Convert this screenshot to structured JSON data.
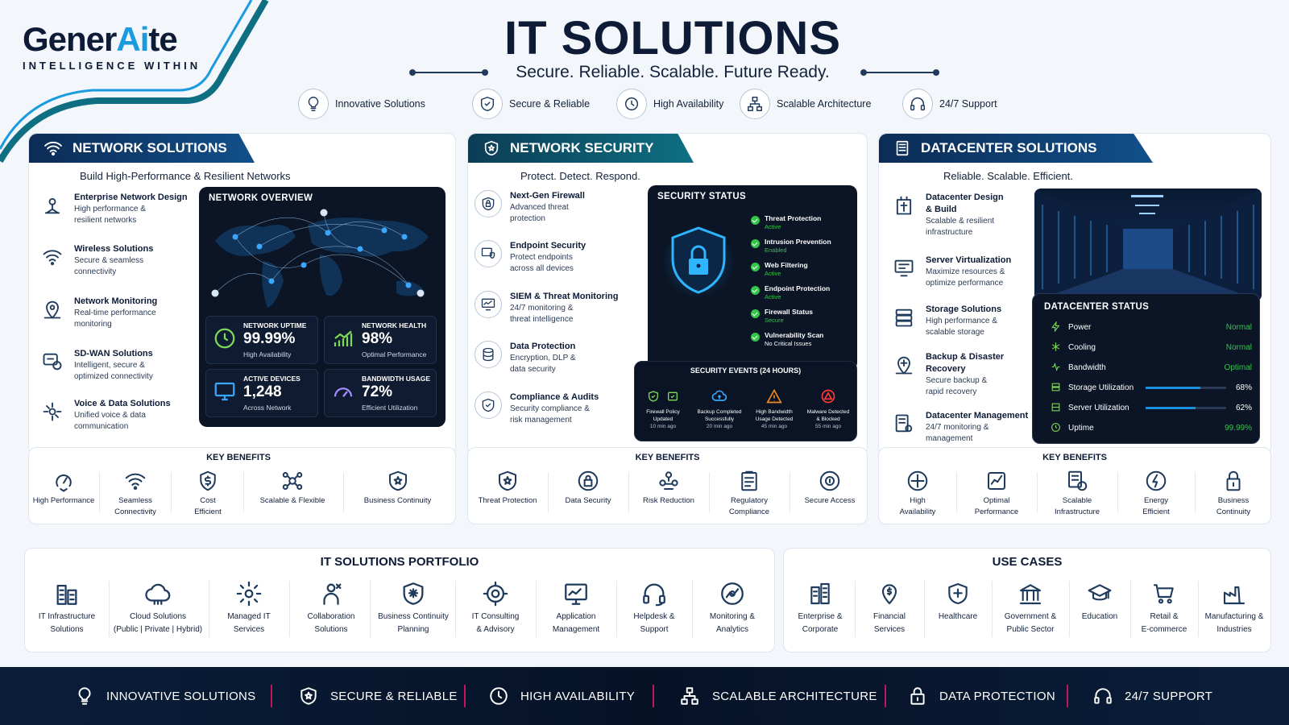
{
  "brand": {
    "name_a": "Gener",
    "name_b": "Ai",
    "name_c": "te",
    "tagline": "INTELLIGENCE WITHIN"
  },
  "header": {
    "title": "IT SOLUTIONS",
    "subtitle": "Secure. Reliable. Scalable. Future Ready."
  },
  "top_features": [
    {
      "label": "Innovative Solutions",
      "icon": "bulb-icon"
    },
    {
      "label": "Secure & Reliable",
      "icon": "shield-icon"
    },
    {
      "label": "High Availability",
      "icon": "clock-icon"
    },
    {
      "label": "Scalable Architecture",
      "icon": "hierarchy-icon"
    },
    {
      "label": "24/7 Support",
      "icon": "headset-icon"
    }
  ],
  "network": {
    "title": "NETWORK SOLUTIONS",
    "tagline": "Build High-Performance & Resilient Networks",
    "items": [
      {
        "title": "Enterprise Network Design",
        "desc1": "High performance &",
        "desc2": "resilient networks"
      },
      {
        "title": "Wireless Solutions",
        "desc1": "Secure & seamless",
        "desc2": "connectivity"
      },
      {
        "title": "Network Monitoring",
        "desc1": "Real-time performance",
        "desc2": "monitoring"
      },
      {
        "title": "SD-WAN Solutions",
        "desc1": "Intelligent, secure &",
        "desc2": "optimized connectivity"
      },
      {
        "title": "Voice & Data Solutions",
        "desc1": "Unified voice & data",
        "desc2": "communication"
      }
    ],
    "overview": {
      "title": "NETWORK OVERVIEW",
      "kpis": [
        {
          "label": "NETWORK UPTIME",
          "value": "99.99%",
          "sub": "High Availability"
        },
        {
          "label": "NETWORK HEALTH",
          "value": "98%",
          "sub": "Optimal Performance"
        },
        {
          "label": "ACTIVE DEVICES",
          "value": "1,248",
          "sub": "Across Network"
        },
        {
          "label": "BANDWIDTH USAGE",
          "value": "72%",
          "sub": "Efficient Utilization"
        }
      ]
    },
    "benefits_title": "KEY BENEFITS",
    "benefits": [
      {
        "l1": "High Performance",
        "l2": ""
      },
      {
        "l1": "Seamless",
        "l2": "Connectivity"
      },
      {
        "l1": "Cost",
        "l2": "Efficient"
      },
      {
        "l1": "Scalable & Flexible",
        "l2": ""
      },
      {
        "l1": "Business Continuity",
        "l2": ""
      }
    ]
  },
  "security": {
    "title": "NETWORK SECURITY",
    "tagline": "Protect. Detect. Respond.",
    "items": [
      {
        "title": "Next-Gen Firewall",
        "desc1": "Advanced threat",
        "desc2": "protection"
      },
      {
        "title": "Endpoint Security",
        "desc1": "Protect endpoints",
        "desc2": "across all devices"
      },
      {
        "title": "SIEM & Threat Monitoring",
        "desc1": "24/7 monitoring &",
        "desc2": "threat intelligence"
      },
      {
        "title": "Data Protection",
        "desc1": "Encryption, DLP &",
        "desc2": "data security"
      },
      {
        "title": "Compliance & Audits",
        "desc1": "Security compliance &",
        "desc2": "risk management"
      }
    ],
    "status": {
      "title": "SECURITY STATUS",
      "rows": [
        {
          "label": "Threat Protection",
          "value": "Active"
        },
        {
          "label": "Intrusion Prevention",
          "value": "Enabled"
        },
        {
          "label": "Web Filtering",
          "value": "Active"
        },
        {
          "label": "Endpoint Protection",
          "value": "Active"
        },
        {
          "label": "Firewall Status",
          "value": "Secure"
        },
        {
          "label": "Vulnerability Scan",
          "value": "No Critical Issues"
        }
      ]
    },
    "events": {
      "title": "SECURITY EVENTS (24 HOURS)",
      "items": [
        {
          "l1": "Firewall Policy",
          "l2": "Updated",
          "time": "10 min ago"
        },
        {
          "l1": "Backup Completed",
          "l2": "Successfully",
          "time": "20 min ago"
        },
        {
          "l1": "High Bandwidth",
          "l2": "Usage Detected",
          "time": "45 min ago"
        },
        {
          "l1": "Malware Detected",
          "l2": "& Blocked",
          "time": "55 min ago"
        }
      ]
    },
    "benefits_title": "KEY BENEFITS",
    "benefits": [
      {
        "l1": "Threat Protection",
        "l2": ""
      },
      {
        "l1": "Data Security",
        "l2": ""
      },
      {
        "l1": "Risk Reduction",
        "l2": ""
      },
      {
        "l1": "Regulatory",
        "l2": "Compliance"
      },
      {
        "l1": "Secure Access",
        "l2": ""
      }
    ]
  },
  "datacenter": {
    "title": "DATACENTER SOLUTIONS",
    "tagline": "Reliable. Scalable. Efficient.",
    "items": [
      {
        "title": "Datacenter Design",
        "title2": "& Build",
        "desc1": "Scalable & resilient",
        "desc2": "infrastructure"
      },
      {
        "title": "Server Virtualization",
        "title2": "",
        "desc1": "Maximize resources &",
        "desc2": "optimize performance"
      },
      {
        "title": "Storage Solutions",
        "title2": "",
        "desc1": "High performance &",
        "desc2": "scalable storage"
      },
      {
        "title": "Backup & Disaster",
        "title2": "Recovery",
        "desc1": "Secure backup &",
        "desc2": "rapid recovery"
      },
      {
        "title": "Datacenter Management",
        "title2": "",
        "desc1": "24/7 monitoring &",
        "desc2": "management"
      }
    ],
    "status": {
      "title": "DATACENTER STATUS",
      "rows": [
        {
          "label": "Power",
          "value": "Normal"
        },
        {
          "label": "Cooling",
          "value": "Normal"
        },
        {
          "label": "Bandwidth",
          "value": "Optimal"
        },
        {
          "label": "Storage Utilization",
          "value": "68%",
          "fill": 0.68
        },
        {
          "label": "Server Utilization",
          "value": "62%",
          "fill": 0.62
        },
        {
          "label": "Uptime",
          "value": "99.99%"
        }
      ]
    },
    "benefits_title": "KEY BENEFITS",
    "benefits": [
      {
        "l1": "High",
        "l2": "Availability"
      },
      {
        "l1": "Optimal",
        "l2": "Performance"
      },
      {
        "l1": "Scalable",
        "l2": "Infrastructure"
      },
      {
        "l1": "Energy",
        "l2": "Efficient"
      },
      {
        "l1": "Business",
        "l2": "Continuity"
      }
    ]
  },
  "portfolio": {
    "title": "IT SOLUTIONS PORTFOLIO",
    "items": [
      {
        "l1": "IT Infrastructure",
        "l2": "Solutions"
      },
      {
        "l1": "Cloud Solutions",
        "l2": "(Public | Private | Hybrid)"
      },
      {
        "l1": "Managed IT",
        "l2": "Services"
      },
      {
        "l1": "Collaboration",
        "l2": "Solutions"
      },
      {
        "l1": "Business Continuity",
        "l2": "Planning"
      },
      {
        "l1": "IT Consulting",
        "l2": "& Advisory"
      },
      {
        "l1": "Application",
        "l2": "Management"
      },
      {
        "l1": "Helpdesk &",
        "l2": "Support"
      },
      {
        "l1": "Monitoring &",
        "l2": "Analytics"
      }
    ]
  },
  "use_cases": {
    "title": "USE CASES",
    "items": [
      {
        "l1": "Enterprise &",
        "l2": "Corporate"
      },
      {
        "l1": "Financial",
        "l2": "Services"
      },
      {
        "l1": "Healthcare",
        "l2": ""
      },
      {
        "l1": "Government &",
        "l2": "Public Sector"
      },
      {
        "l1": "Education",
        "l2": ""
      },
      {
        "l1": "Retail &",
        "l2": "E-commerce"
      },
      {
        "l1": "Manufacturing &",
        "l2": "Industries"
      }
    ]
  },
  "footer": [
    {
      "label": "INNOVATIVE SOLUTIONS"
    },
    {
      "label": "SECURE & RELIABLE"
    },
    {
      "label": "HIGH AVAILABILITY"
    },
    {
      "label": "SCALABLE ARCHITECTURE"
    },
    {
      "label": "DATA PROTECTION"
    },
    {
      "label": "24/7 SUPPORT"
    }
  ],
  "colors": {
    "navy": "#0d1b36",
    "accent": "#1a9be0",
    "ok": "#34c44a",
    "dark_panel": "#0b1526",
    "separator": "#c2185b"
  }
}
